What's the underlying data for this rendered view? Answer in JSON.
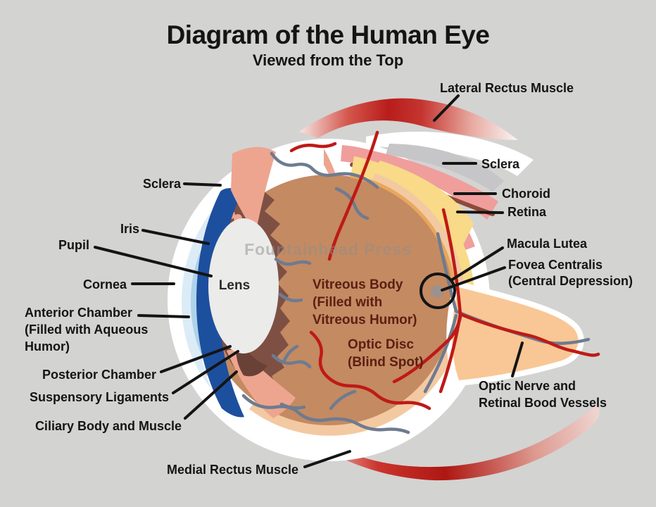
{
  "title": "Diagram of the Human Eye",
  "subtitle": "Viewed from the Top",
  "watermark": "Fountainhead Press",
  "labels": {
    "lateral_rectus": "Lateral Rectus Muscle",
    "sclera_right": "Sclera",
    "choroid": "Choroid",
    "retina": "Retina",
    "macula": "Macula Lutea",
    "fovea_line1": "Fovea Centralis",
    "fovea_line2": "(Central Depression)",
    "optic_nerve_line1": "Optic Nerve and",
    "optic_nerve_line2": "Retinal Bood Vessels",
    "sclera_left": "Sclera",
    "iris": "Iris",
    "pupil": "Pupil",
    "cornea": "Cornea",
    "anterior_line1": "Anterior Chamber",
    "anterior_line2": "(Filled with Aqueous",
    "anterior_line3": "Humor)",
    "posterior_chamber": "Posterior Chamber",
    "suspensory_ligaments": "Suspensory Ligaments",
    "ciliary_body": "Ciliary Body and Muscle",
    "medial_rectus": "Medial Rectus Muscle",
    "lens": "Lens",
    "vitreous_line1": "Vitreous Body",
    "vitreous_line2": "(Filled with",
    "vitreous_line3": "Vitreous Humor)",
    "optic_disc_line1": "Optic Disc",
    "optic_disc_line2": "(Blind Spot)"
  },
  "colors": {
    "background": "#d3d3d2",
    "sclera_white": "#ffffff",
    "gray_band": "#c6c5c7",
    "choroid_pink": "#ef9e9c",
    "choroid_edge": "#8e4a3a",
    "retina_yellow": "#f8da88",
    "retina_edge": "#e7a85c",
    "vitreous_brown": "#c48a62",
    "ora_serrata_brown": "#7e5044",
    "ciliary_salmon": "#eda58f",
    "behind_lens_brown": "#6a4136",
    "optic_nerve_peach": "#f8c795",
    "iris_blue": "#1d4f9f",
    "anterior_chamber_blue": "#aed3ea",
    "cornea_blue": "#dcecf6",
    "lens_white": "#ebebe9",
    "muscle_red_dark": "#b81d1b",
    "vessel_red": "#be1a17",
    "vessel_gray": "#6e7b90",
    "label_black": "#141414",
    "inner_label_maroon": "#5a2012",
    "watermark_gray": "#8f8f8d",
    "fovea_gray": "#8f949c"
  }
}
